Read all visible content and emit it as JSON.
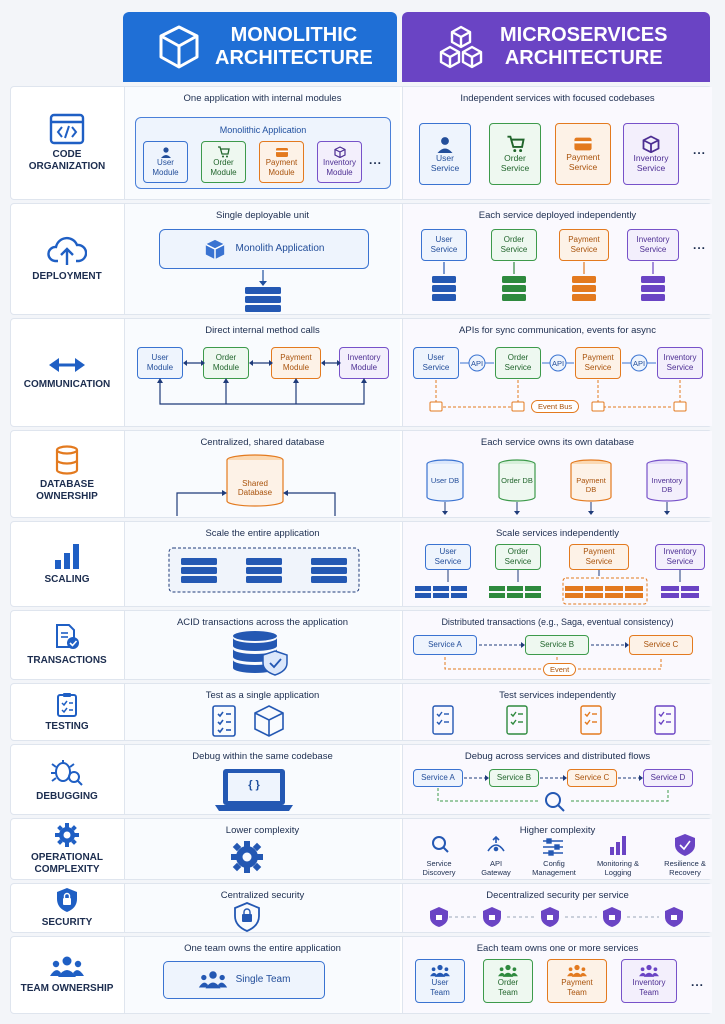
{
  "header": {
    "mono_line1": "MONOLITHIC",
    "mono_line2": "ARCHITECTURE",
    "micro_line1": "MICROSERVICES",
    "micro_line2": "ARCHITECTURE"
  },
  "colors": {
    "blue": "#1f6fd6",
    "purple": "#6a44c4",
    "green": "#3d9a4b",
    "orange": "#e37a1f"
  },
  "rows": {
    "code": {
      "label": "CODE ORGANIZATION",
      "mono": "One application with internal modules",
      "app": "Monolithic Application",
      "modules": [
        "User Module",
        "Order Module",
        "Payment Module",
        "Inventory Module"
      ],
      "micro": "Independent services with focused codebases",
      "services": [
        "User Service",
        "Order Service",
        "Payment Service",
        "Inventory Service"
      ],
      "more": "..."
    },
    "deploy": {
      "label": "DEPLOYMENT",
      "mono": "Single deployable unit",
      "app": "Monolith Application",
      "micro": "Each service deployed independently",
      "services": [
        "User Service",
        "Order Service",
        "Payment Service",
        "Inventory Service"
      ],
      "more": "..."
    },
    "comm": {
      "label": "COMMUNICATION",
      "mono": "Direct internal method calls",
      "modules": [
        "User Module",
        "Order Module",
        "Payment Module",
        "Inventory Module"
      ],
      "micro": "APIs for sync communication, events for async",
      "services": [
        "User Service",
        "Order Service",
        "Payment Service",
        "Inventory Service"
      ],
      "api": "API",
      "bus": "Event Bus"
    },
    "db": {
      "label": "DATABASE OWNERSHIP",
      "mono": "Centralized, shared database",
      "shared": "Shared Database",
      "micro": "Each service owns its own database",
      "dbs": [
        "User DB",
        "Order DB",
        "Payment DB",
        "Inventory DB"
      ]
    },
    "scale": {
      "label": "SCALING",
      "mono": "Scale the entire application",
      "micro": "Scale services independently",
      "services": [
        "User Service",
        "Order Service",
        "Payment Service",
        "Inventory Service"
      ]
    },
    "tx": {
      "label": "TRANSACTIONS",
      "mono": "ACID transactions across the application",
      "micro": "Distributed transactions (e.g., Saga, eventual consistency)",
      "services": [
        "Service A",
        "Service B",
        "Service C"
      ],
      "event": "Event"
    },
    "test": {
      "label": "TESTING",
      "mono": "Test as a single application",
      "micro": "Test services independently"
    },
    "debug": {
      "label": "DEBUGGING",
      "mono": "Debug within the same codebase",
      "code_glyph": "{ }",
      "micro": "Debug across services and distributed flows",
      "services": [
        "Service A",
        "Service B",
        "Service C",
        "Service D"
      ]
    },
    "ops": {
      "label": "OPERATIONAL COMPLEXITY",
      "mono": "Lower complexity",
      "micro": "Higher complexity",
      "tools": [
        "Service Discovery",
        "API Gateway",
        "Config Management",
        "Monitoring & Logging",
        "Resilience & Recovery"
      ]
    },
    "sec": {
      "label": "SECURITY",
      "mono": "Centralized security",
      "micro": "Decentralized security per service"
    },
    "team": {
      "label": "TEAM OWNERSHIP",
      "mono": "One team owns the entire application",
      "single": "Single Team",
      "micro": "Each team owns one or more services",
      "teams": [
        "User Team",
        "Order Team",
        "Payment Team",
        "Inventory Team"
      ],
      "more": "..."
    }
  }
}
